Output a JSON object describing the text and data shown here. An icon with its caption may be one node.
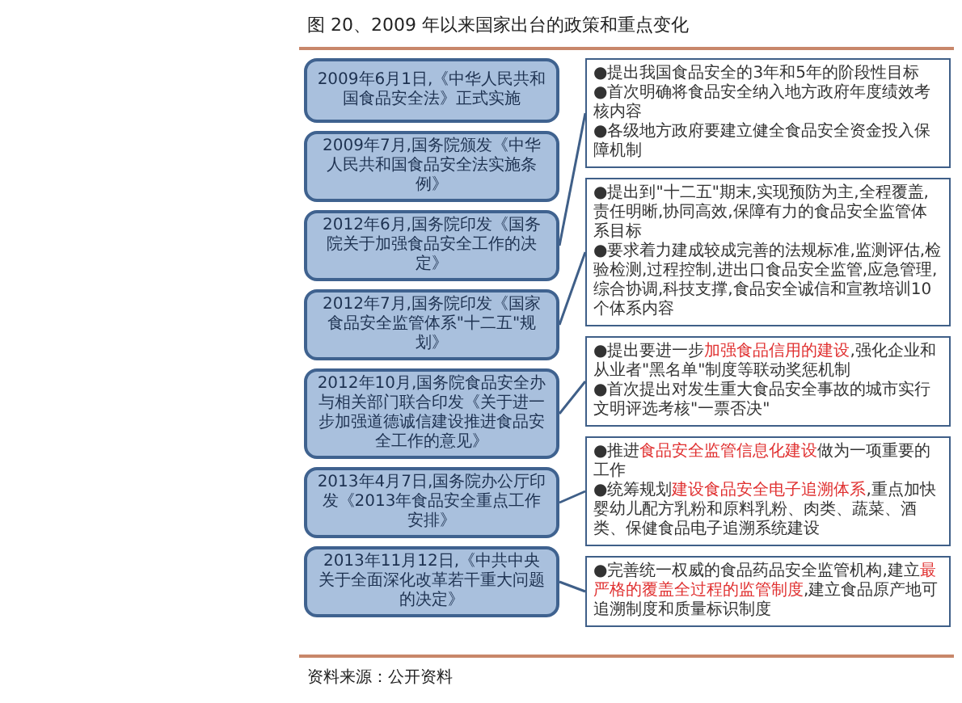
{
  "diagram": {
    "title": "图 20、2009 年以来国家出台的政策和重点变化",
    "caption": "资料来源：公开资料",
    "nodes": [
      {
        "text": [
          "2009年6月1日,《中华人民共和国食品安全法》正式实施"
        ]
      },
      {
        "text": [
          "2009年7月,国务院颁发《中华人民共和国食品安全法实施条例》"
        ]
      },
      {
        "text": [
          "2012年6月,国务院印发《国务院关于加强食品安全工作的决定》"
        ]
      },
      {
        "text": [
          "2012年7月,国务院印发《国家食品安全监管体系\"十二五\"规划》"
        ]
      },
      {
        "text": [
          "2012年10月,国务院食品安全办与相关部门联合印发《关于进一步加强道德诚信建设推进食品安全工作的意见》"
        ]
      },
      {
        "text": [
          "2013年4月7日,国务院办公厅印发《2013年食品安全重点工作安排》"
        ]
      },
      {
        "text": [
          "2013年11月12日,《中共中央关于全面深化改革若干重大问题的决定》"
        ]
      },
      {
        "text": [
          "●提出我国食品安全的3年和5年的阶段性目标",
          "●首次明确将食品安全纳入地方政府年度绩效考核内容",
          "●各级地方政府要建立健全食品安全资金投入保障机制"
        ]
      },
      {
        "text": [
          "●提出到\"十二五\"期末,实现预防为主,全程覆盖,责任明晰,协同高效,保障有力的食品安全监管体系目标",
          "●要求着力建成较成完善的法规标准,监测评估,检验检测,过程控制,进出口食品安全监管,应急管理,综合协调,科技支撑,食品安全诚信和宣教培训10个体系内容"
        ]
      },
      {
        "text": [
          "●提出要进一步**加强食品信用的建设**,强化企业和从业者\"黑名单\"制度等联动奖惩机制",
          "●首次提出对发生重大食品安全事故的城市实行文明评选考核\"一票否决\""
        ]
      },
      {
        "text": [
          "●推进**食品安全监管信息化建设**做为一项重要的工作",
          "●统筹规划**建设食品安全电子追溯体系**,重点加快婴幼儿配方乳粉和原料乳粉、肉类、蔬菜、酒类、保健食品电子追溯系统建设"
        ]
      },
      {
        "text": [
          "●完善统一权威的食品药品安全监管机构,建立**最严格的覆盖全过程的监管制度**,建立食品原产地可追溯制度和质量标识制度"
        ]
      }
    ],
    "edges": [
      {
        "from": 7,
        "to": 2,
        "arrow": "none"
      },
      {
        "from": 8,
        "to": 3,
        "arrow": "none"
      },
      {
        "from": 9,
        "to": 4,
        "arrow": "none"
      },
      {
        "from": 10,
        "to": 5,
        "arrow": "none"
      },
      {
        "from": 11,
        "to": 6,
        "arrow": "none"
      }
    ]
  }
}
